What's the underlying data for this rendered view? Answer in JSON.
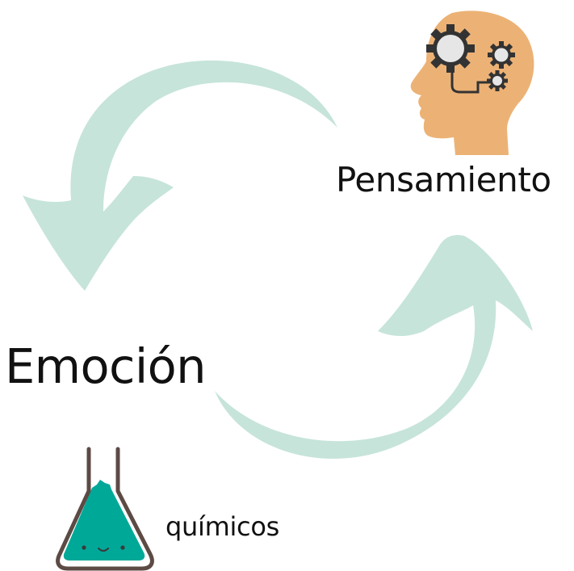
{
  "labels": {
    "thought": "Pensamiento",
    "emotion": "Emoción",
    "chemicals": "químicos"
  },
  "icons": {
    "head": "head-with-gears-icon",
    "flask": "flask-icon"
  },
  "colors": {
    "arrow": "#c6e4da",
    "head_skin": "#ecb275",
    "gear_fill": "#e6e6e6",
    "gear_outline": "#333333",
    "flask_outline": "#5c4a44",
    "flask_liquid": "#00a898",
    "text": "#111111"
  }
}
